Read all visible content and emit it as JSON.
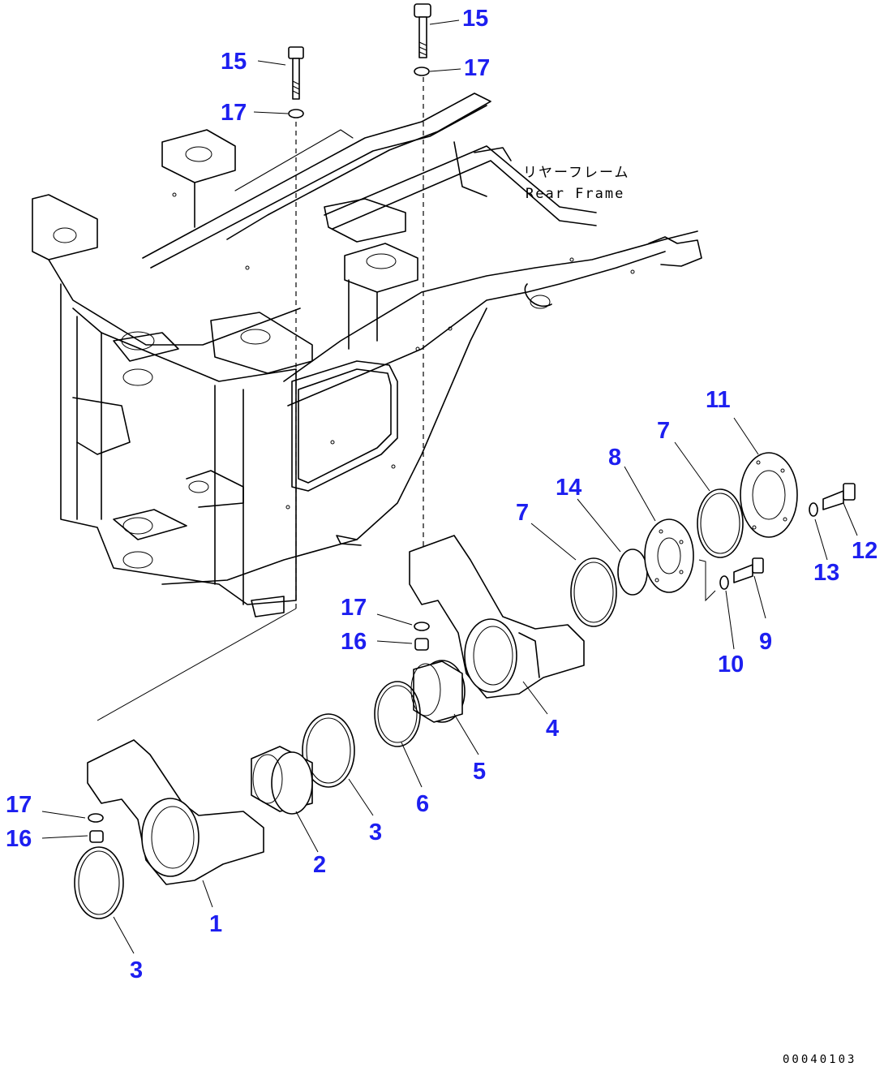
{
  "frame_label": {
    "japanese": "リヤーフレーム",
    "english": "Rear Frame"
  },
  "drawing_code": "00040103",
  "callouts": [
    "15",
    "15",
    "17",
    "17",
    "11",
    "7",
    "8",
    "14",
    "7",
    "12",
    "13",
    "9",
    "10",
    "17",
    "16",
    "4",
    "5",
    "6",
    "3",
    "2",
    "17",
    "16",
    "1",
    "3"
  ]
}
